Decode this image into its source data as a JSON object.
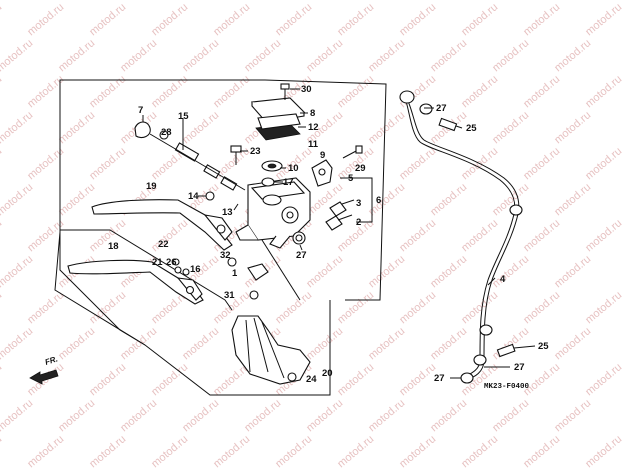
{
  "watermark": "motod.ru",
  "diagram_code": "MK23-F0400",
  "direction_label": "FR.",
  "callouts": [
    "30",
    "8",
    "7",
    "15",
    "12",
    "28",
    "11",
    "9",
    "23",
    "10",
    "29",
    "17",
    "19",
    "5",
    "14",
    "3",
    "6",
    "13",
    "2",
    "18",
    "22",
    "27",
    "25",
    "4",
    "21",
    "26",
    "16",
    "32",
    "1",
    "31",
    "20",
    "24",
    "25",
    "27",
    "27"
  ]
}
